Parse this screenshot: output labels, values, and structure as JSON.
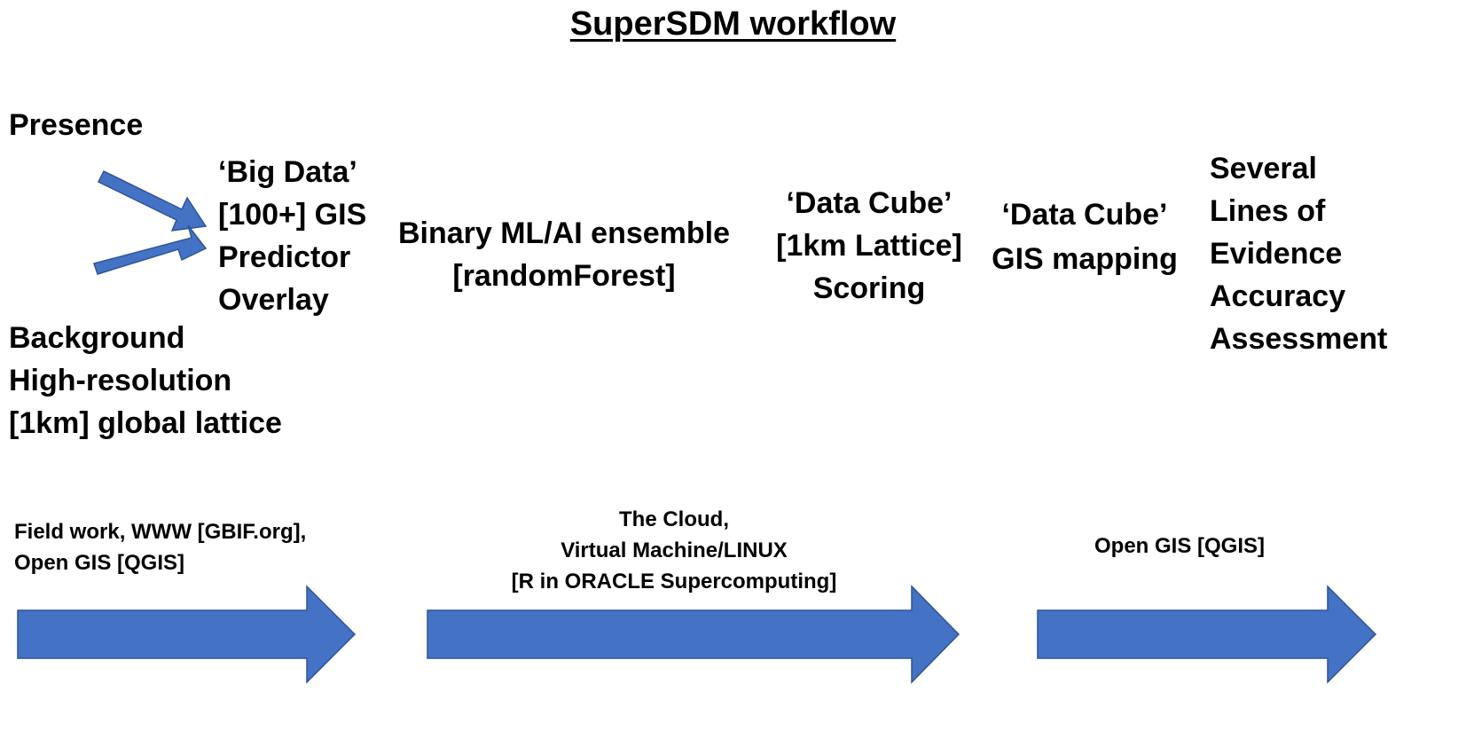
{
  "title": "SuperSDM workflow",
  "inputs": {
    "presence": "Presence",
    "background": [
      "Background",
      "High-resolution",
      "[1km] global lattice"
    ]
  },
  "stages": {
    "big_data": [
      "‘Big Data’",
      "[100+] GIS",
      "Predictor",
      "Overlay"
    ],
    "ensemble": [
      "Binary ML/AI ensemble",
      "[randomForest]"
    ],
    "scoring": [
      "‘Data Cube’",
      "[1km Lattice]",
      "Scoring"
    ],
    "mapping": [
      "‘Data Cube’",
      "GIS mapping"
    ],
    "assessment": [
      "Several",
      "Lines of",
      "Evidence",
      "Accuracy",
      "Assessment"
    ]
  },
  "tools": {
    "field": [
      "Field work, WWW [GBIF.org],",
      "Open GIS  [QGIS]"
    ],
    "cloud": [
      "The Cloud,",
      "Virtual Machine/LINUX",
      "[R in ORACLE Supercomputing]"
    ],
    "opengis": [
      "Open GIS  [QGIS]"
    ]
  },
  "colors": {
    "arrow_fill": "#4472C4",
    "arrow_stroke": "#2F5597"
  }
}
